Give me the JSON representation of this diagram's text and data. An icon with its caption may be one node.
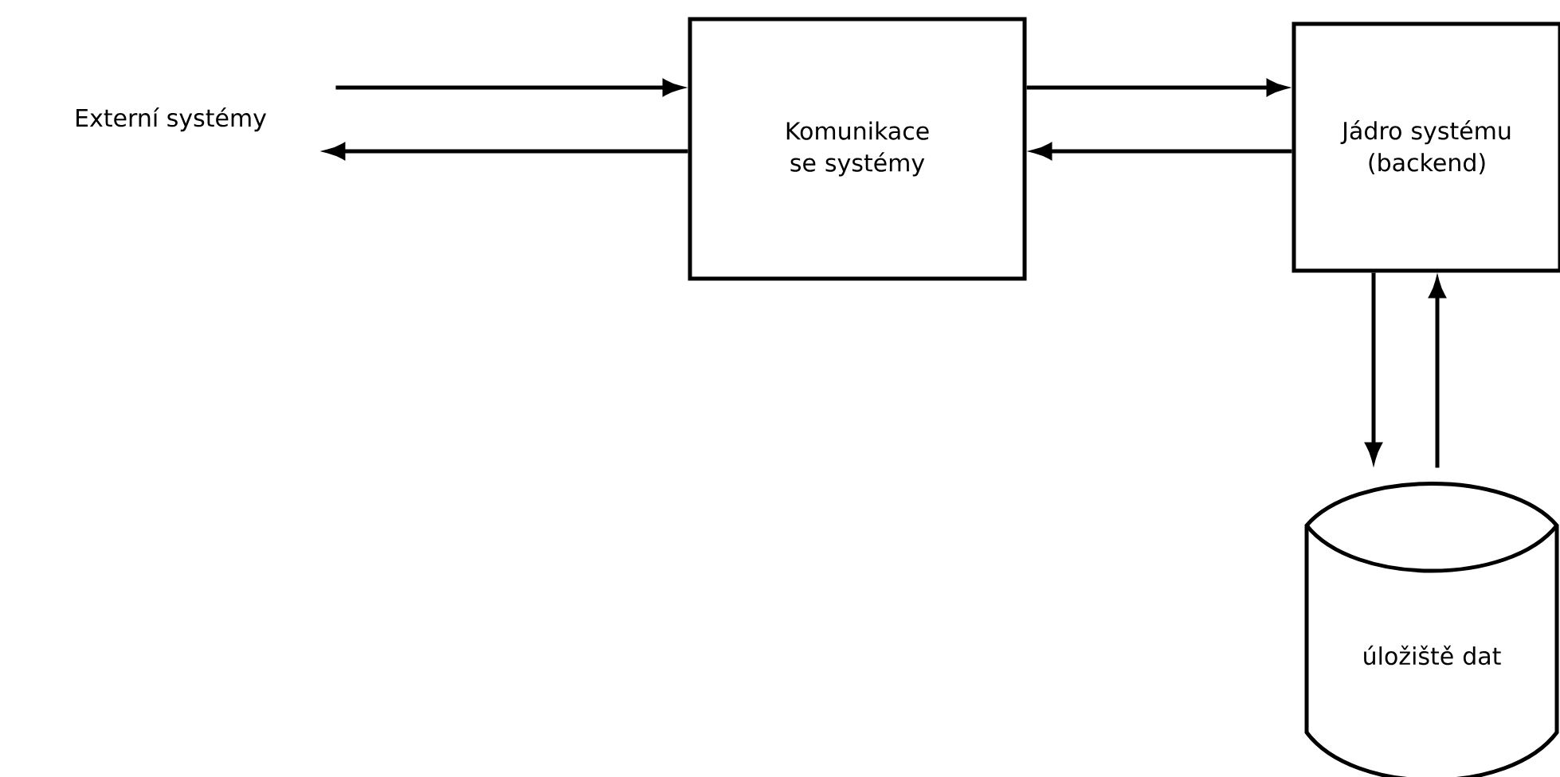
{
  "diagram": {
    "nodes": [
      {
        "text": [
          "Externí systémy"
        ]
      },
      {
        "text": [
          "Komunikace se systémy"
        ]
      },
      {
        "text": [
          "Jádro systému (backend)"
        ]
      },
      {
        "text": [
          "úložiště dat"
        ]
      }
    ],
    "edges": [
      {
        "from": 0,
        "to": 1,
        "arrow": "to"
      },
      {
        "from": 1,
        "to": 0,
        "arrow": "to"
      },
      {
        "from": 1,
        "to": 2,
        "arrow": "to"
      },
      {
        "from": 2,
        "to": 1,
        "arrow": "to"
      },
      {
        "from": 2,
        "to": 3,
        "arrow": "to"
      },
      {
        "from": 3,
        "to": 2,
        "arrow": "to"
      }
    ]
  }
}
